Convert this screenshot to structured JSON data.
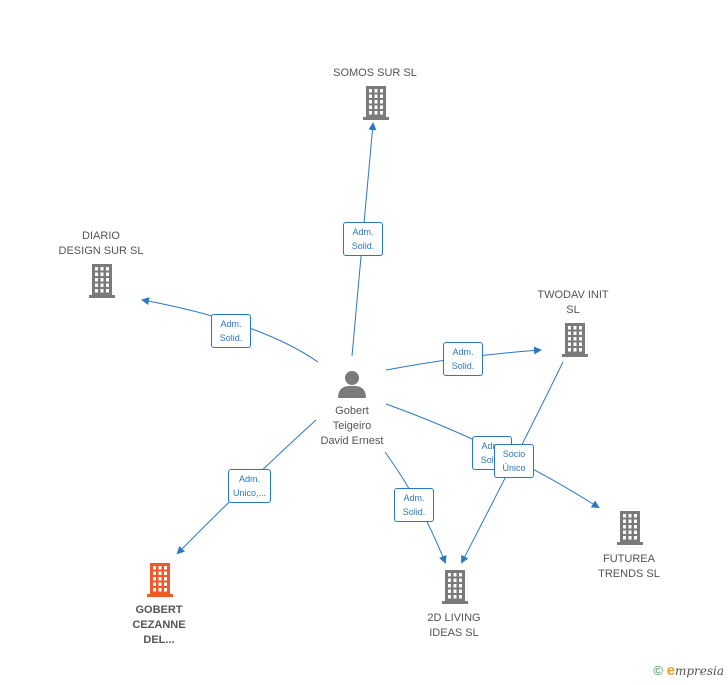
{
  "center": {
    "name": "Gobert\nTeigeiro\nDavid Ernest",
    "icon": "person-icon"
  },
  "companies": [
    {
      "id": "somos",
      "name": "SOMOS SUR  SL",
      "icon": "building-icon",
      "color": "#7a7a7a"
    },
    {
      "id": "diario",
      "name": "DIARIO\nDESIGN SUR  SL",
      "icon": "building-icon",
      "color": "#7a7a7a"
    },
    {
      "id": "twodav",
      "name": "TWODAV INIT\nSL",
      "icon": "building-icon",
      "color": "#7a7a7a"
    },
    {
      "id": "futurea",
      "name": "FUTUREA\nTRENDS  SL",
      "icon": "building-icon",
      "color": "#7a7a7a"
    },
    {
      "id": "living",
      "name": "2D LIVING\nIDEAS  SL",
      "icon": "building-icon",
      "color": "#7a7a7a"
    },
    {
      "id": "cezanne",
      "name": "GOBERT\nCEZANNE\nDEL...",
      "icon": "building-icon",
      "color": "#f05a28"
    }
  ],
  "edges": [
    {
      "from": "center",
      "to": "somos",
      "label": "Adm.\nSolid."
    },
    {
      "from": "center",
      "to": "diario",
      "label": "Adm.\nSolid."
    },
    {
      "from": "center",
      "to": "twodav",
      "label": "Adm.\nSolid."
    },
    {
      "from": "center",
      "to": "futurea",
      "label": "Adm.\nSolid."
    },
    {
      "from": "twodav",
      "to": "living",
      "label": "Socio\nÚnico"
    },
    {
      "from": "center",
      "to": "living",
      "label": "Adm.\nSolid."
    },
    {
      "from": "center",
      "to": "cezanne",
      "label": "Adm.\nUnico,..."
    }
  ],
  "colors": {
    "edge": "#2b78c2",
    "node": "#7a7a7a",
    "highlight": "#f05a28"
  },
  "footer": {
    "copyright": "©",
    "brand_initial": "e",
    "brand_rest": "mpresia"
  }
}
